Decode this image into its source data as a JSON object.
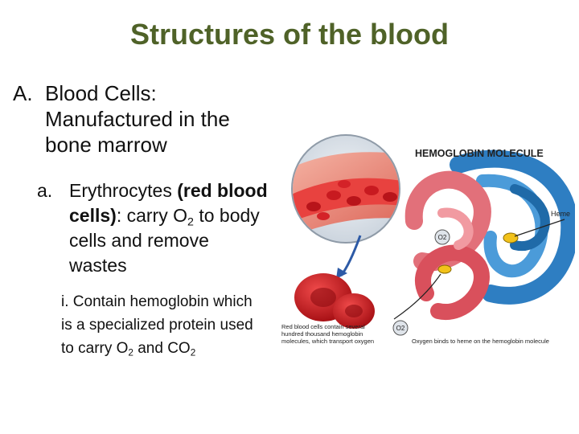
{
  "slide": {
    "title": "Structures of the blood",
    "level_a": {
      "marker": "A.",
      "text": "Blood Cells: Manufactured in the bone marrow"
    },
    "level_b": {
      "marker": "a.",
      "text_1": "Erythrocytes ",
      "bold": "(red blood cells)",
      "text_2": ": carry O",
      "sub_1": "2",
      "text_3": " to body cells and remove wastes"
    },
    "level_c": {
      "text_1": "i. Contain hemoglobin which is a specialized protein used to carry O",
      "sub_1": "2",
      "text_2": " and CO",
      "sub_2": "2"
    }
  },
  "illustration": {
    "heading": "HEMOGLOBIN MOLECULE",
    "heme_label": "Heme",
    "o2_label": "O2",
    "caption_left_1": "Red blood cells contain several",
    "caption_left_2": "hundred thousand hemoglobin",
    "caption_left_3": "molecules, which transport oxygen",
    "caption_right": "Oxygen binds to heme on the hemoglobin molecule"
  }
}
